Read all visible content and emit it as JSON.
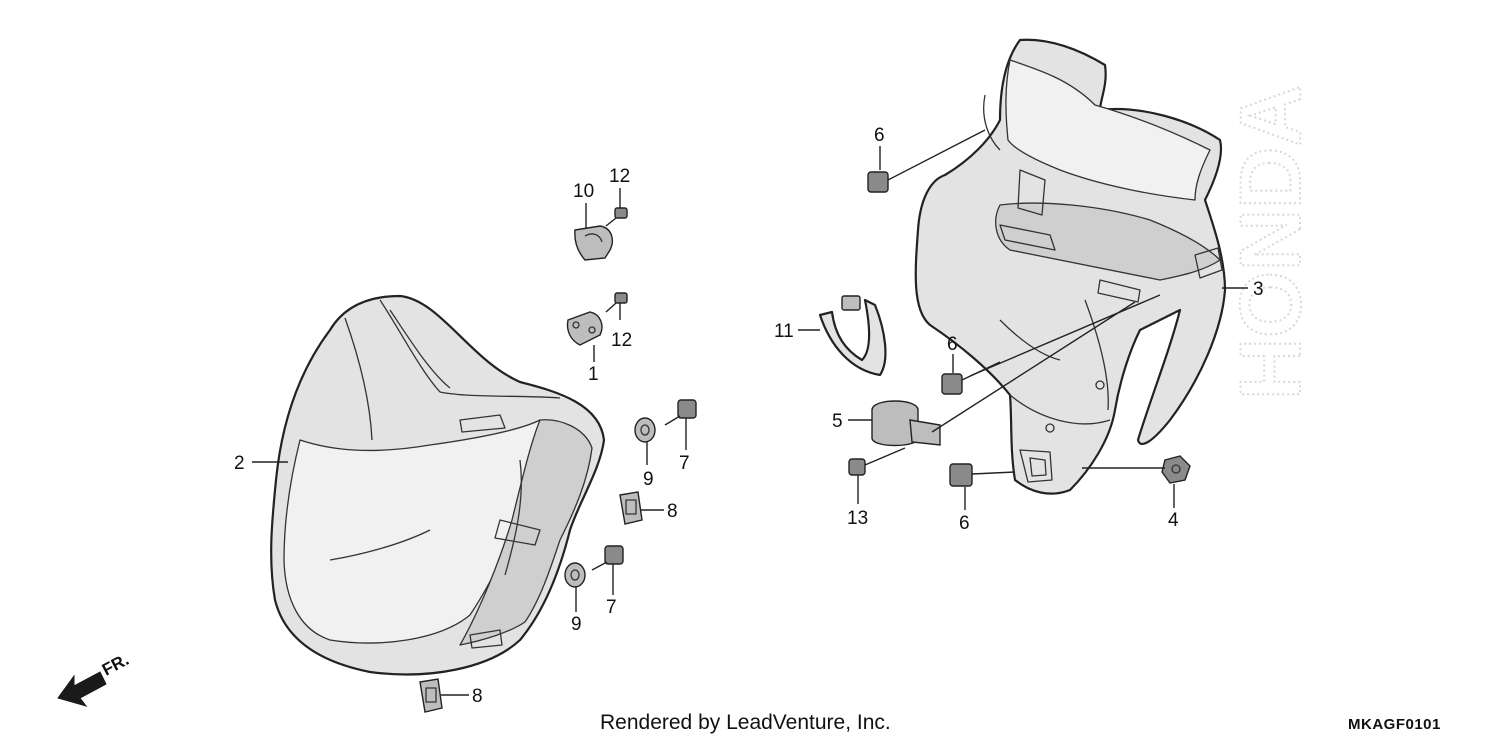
{
  "diagram": {
    "callouts": {
      "c1": "1",
      "c2": "2",
      "c3": "3",
      "c4": "4",
      "c5": "5",
      "c6a": "6",
      "c6b": "6",
      "c6c": "6",
      "c7a": "7",
      "c7b": "7",
      "c8a": "8",
      "c8b": "8",
      "c9a": "9",
      "c9b": "9",
      "c10": "10",
      "c11": "11",
      "c12a": "12",
      "c12b": "12",
      "c13": "13"
    },
    "direction_label": "FR.",
    "watermark": "HONDA"
  },
  "footer": {
    "credit": "Rendered by LeadVenture, Inc.",
    "code": "MKAGF0101"
  }
}
